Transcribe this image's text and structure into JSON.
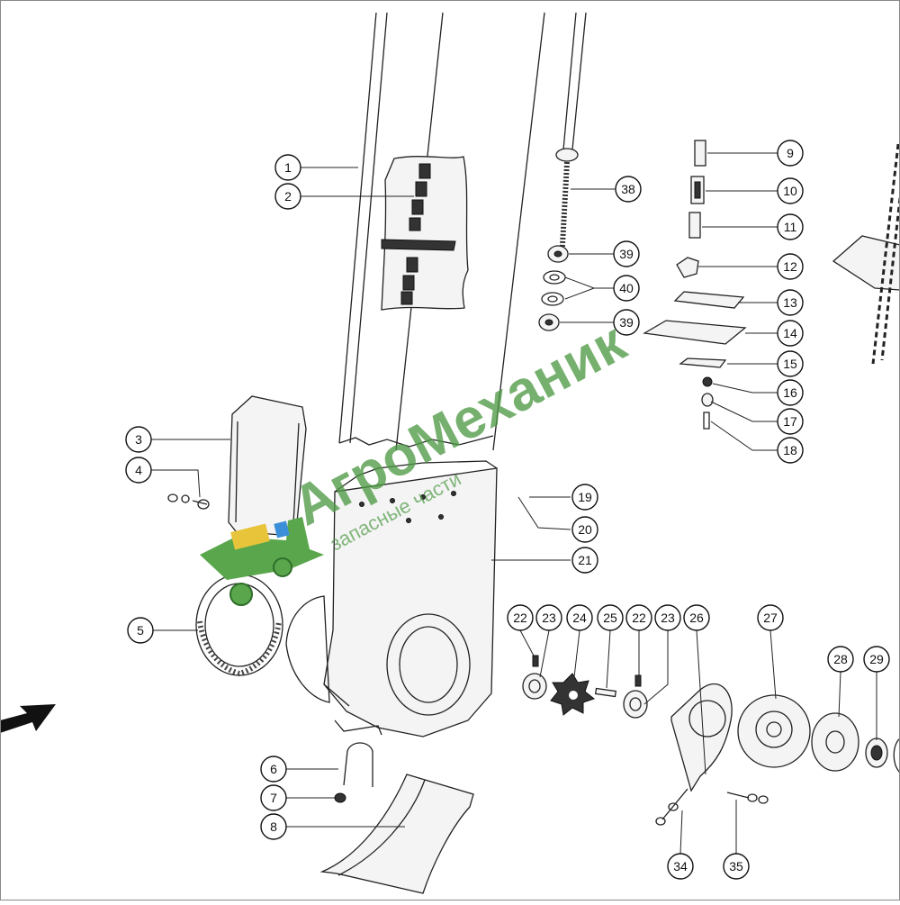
{
  "diagram": {
    "callouts": [
      "1",
      "2",
      "3",
      "4",
      "5",
      "6",
      "7",
      "8",
      "9",
      "10",
      "11",
      "12",
      "13",
      "14",
      "15",
      "16",
      "17",
      "18",
      "19",
      "20",
      "21",
      "22",
      "23",
      "24",
      "25",
      "22",
      "23",
      "26",
      "27",
      "28",
      "29",
      "34",
      "35",
      "38",
      "39",
      "40",
      "39"
    ]
  },
  "watermark": {
    "brand": "АгроМеханик",
    "subtitle": "запасные части"
  },
  "colors": {
    "line": "#222222",
    "watermark_green": "#4f9a45",
    "logo_yellow": "#e8c43a",
    "logo_blue": "#3a8fd8"
  }
}
